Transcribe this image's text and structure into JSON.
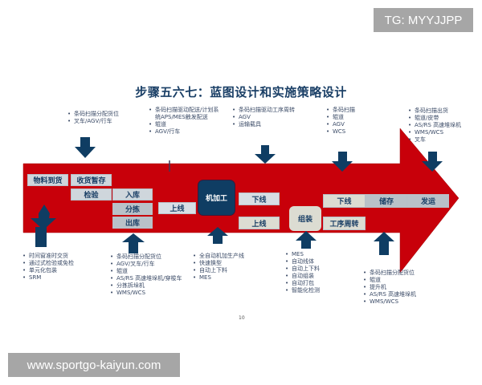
{
  "watermarks": {
    "top": "TG: MYYJJPP",
    "bottom": "www.sportgo-kaiyun.com"
  },
  "slide": {
    "title": "步骤五六七：蓝图设计和实施策略设计",
    "page_number": "10",
    "colors": {
      "arrow_red": "#c8000a",
      "navy": "#0f3d63",
      "box_gray": "#cfd6dc",
      "title_blue": "#1a3f66"
    }
  },
  "process_boxes": {
    "material_arrival": "物料到货",
    "receiving_staging": "收货暂存",
    "inspection": "检验",
    "warehouse_in": "入库",
    "sorting": "分拣",
    "warehouse_out": "出库",
    "line_on_1": "上线",
    "machining": "机加工",
    "line_off_1": "下线",
    "line_on_2": "上线",
    "assembly": "组装",
    "line_off_2": "下线",
    "process_transfer": "工序周转",
    "storage": "储存",
    "shipping": "发运"
  },
  "top_notes": [
    {
      "items": [
        "条码扫描分配货位",
        "叉车/AGV/行车"
      ]
    },
    {
      "items": [
        "条码扫描驱动配送/计划系统APS/MES触发配送",
        "辊道",
        "AGV/行车"
      ]
    },
    {
      "items": [
        "条码扫描驱动工序周转",
        "AGV",
        "运输载具"
      ]
    },
    {
      "items": [
        "条码扫描",
        "辊道",
        "AGV",
        "WCS"
      ]
    },
    {
      "items": [
        "条码扫描出货",
        "辊道/皮带",
        "AS/RS 高速堆垛机",
        "WMS/WCS",
        "叉车"
      ]
    }
  ],
  "bottom_notes": [
    {
      "items": [
        "时间窗准时交货",
        "通过式检验或免检",
        "单元化包装",
        "SRM"
      ]
    },
    {
      "items": [
        "条码扫描分配货位",
        "AGV/叉车/行车",
        "辊道",
        "AS/RS 高速堆垛机/穿梭车",
        "分拣拆垛机",
        "WMS/WCS"
      ]
    },
    {
      "items": [
        "全自动机加生产线",
        "快速换型",
        "自动上下料",
        "MES"
      ]
    },
    {
      "items": [
        "MES",
        "自动线体",
        "自动上下料",
        "自动组装",
        "自动打包",
        "智能化检测"
      ]
    },
    {
      "items": [
        "条码扫描分配货位",
        "辊道",
        "提升机",
        "AS/RS 高速堆垛机",
        "WMS/WCS"
      ]
    }
  ]
}
